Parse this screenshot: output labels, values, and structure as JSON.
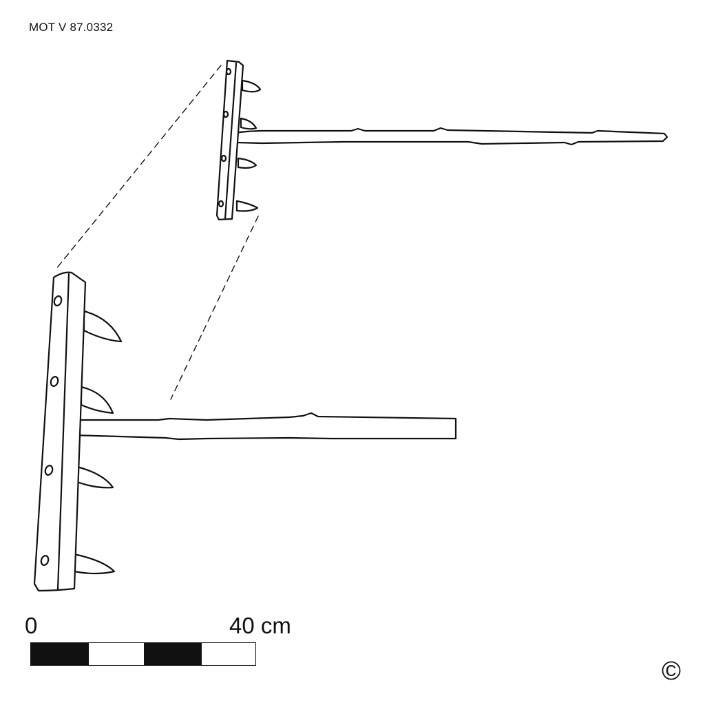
{
  "catalog_id": "MOT V 87.0332",
  "scale": {
    "zero_label": "0",
    "max_label": "40 cm",
    "segments": [
      "black",
      "white",
      "black",
      "white"
    ]
  },
  "copyright_symbol": "©",
  "colors": {
    "ink": "#111111",
    "paper": "#ffffff"
  }
}
